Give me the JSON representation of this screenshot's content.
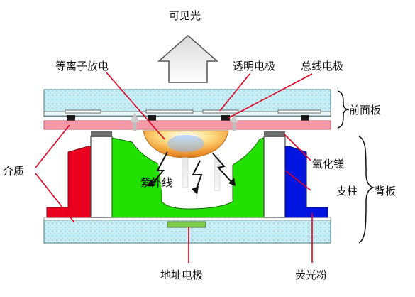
{
  "diagram": {
    "labels": {
      "visible_light": "可见光",
      "plasma_discharge": "等离子放电",
      "transparent_electrode": "透明电极",
      "bus_electrode": "总线电极",
      "front_panel": "前面板",
      "dielectric": "介质",
      "magnesium_oxide": "氧化镁",
      "ultraviolet": "紫外线",
      "barrier_rib": "支柱",
      "back_panel": "背板",
      "address_electrode": "地址电极",
      "phosphor": "荧光粉"
    },
    "colors": {
      "glass": "#c9eef5",
      "glass_dots": "#8fd3e2",
      "glass_border": "#5f8f99",
      "dielectric_layer": "#f39aa6",
      "red_phosphor": "#e8001e",
      "green_phosphor": "#22e000",
      "blue_phosphor": "#0016e0",
      "rib": "#ffffff",
      "electrode_dark": "#1a1a1a",
      "pointer_line": "#e00020",
      "arrow_gray": "#b0b0b0",
      "plasma_orange": "#f2a23a",
      "address_electrode_fill": "#7ec84a"
    }
  }
}
